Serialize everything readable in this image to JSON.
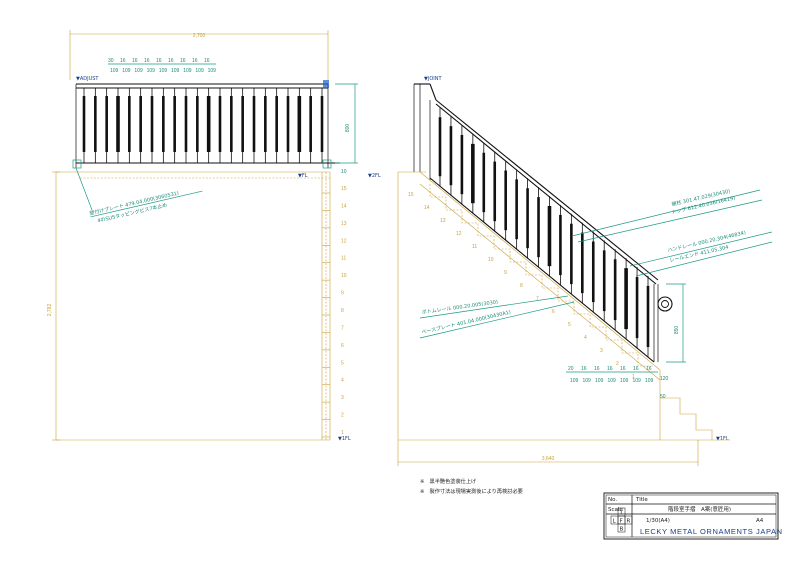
{
  "front": {
    "overall_width": "2,700",
    "height_dim": "800",
    "overall_height": "2,782",
    "label_adjust": "▼ADJUST",
    "label_fl": "▼FL",
    "label_1fl": "▼1FL",
    "top_small_dims": [
      "30",
      "16",
      "16",
      "16",
      "16",
      "16",
      "16",
      "16",
      "16"
    ],
    "bay_dims": [
      "109",
      "109",
      "109",
      "109",
      "109",
      "109",
      "109",
      "109",
      "109"
    ],
    "step_numbers": [
      "15",
      "14",
      "13",
      "12",
      "11",
      "10",
      "9",
      "8",
      "7",
      "6",
      "5",
      "4",
      "3",
      "2",
      "1"
    ],
    "end_dim": "10",
    "plate_note_1": "壁付けプレート 479.04.000(3060531)",
    "plate_note_2": "4のSUSタッピングビス7本止め"
  },
  "side": {
    "label_joint": "▼JOINT",
    "label_2fl": "▼2FL",
    "label_1fl": "▼1FL",
    "overall_width": "3,640",
    "height_dim": "850",
    "note_newel": "親柱 301.47.029(30430)",
    "note_top_cap": "トップ 612.40.036(16419)",
    "note_handrail": "ハンドレール 000.20.304(46834)",
    "note_rail_end": "レールエンド 411.05.304",
    "note_bottom_rail": "ボトムレール 000.20.005(3030)",
    "note_base_plate": "ベースプレート 401.04.000(30430A1)",
    "step_numbers": [
      "15",
      "14",
      "13",
      "12",
      "11",
      "10",
      "9",
      "8",
      "7",
      "6",
      "5",
      "4",
      "3",
      "2",
      "1"
    ],
    "bottom_small_dims": [
      "20",
      "16",
      "16",
      "16",
      "16",
      "16",
      "16"
    ],
    "bottom_bay_dims": [
      "109",
      "109",
      "109",
      "109",
      "109",
      "109",
      "109"
    ],
    "side_small_dims": [
      "120",
      "50"
    ]
  },
  "notes": [
    "※　黒半艶色塗装仕上げ",
    "※　製作寸法は現場実測後により再検討必要"
  ],
  "title_block": {
    "row1_label": "No.",
    "row1_value": "Title",
    "row2_label": "Scale",
    "row2_value": "階段室手摺　A案(意匠用)",
    "row3_value": "1/30(A4)",
    "row3_end": "A4",
    "view_letters": [
      "T",
      "L",
      "F",
      "R",
      "B"
    ],
    "company": "LECKY METAL ORNAMENTS JAPAN"
  }
}
